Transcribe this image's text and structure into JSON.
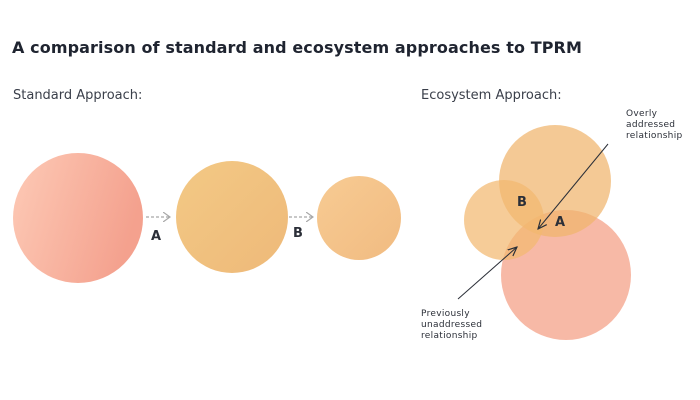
{
  "title": "A comparison of standard and ecosystem approaches to TPRM",
  "standard": {
    "heading": "Standard Approach:",
    "labels": [
      "A",
      "B"
    ]
  },
  "ecosystem": {
    "heading": "Ecosystem Approach:",
    "labels": [
      "B",
      "A"
    ],
    "overly_note": [
      "Overly",
      "addressed",
      "relationship"
    ],
    "previously_note": [
      "Previously",
      "unaddressed",
      "relationship"
    ]
  },
  "colors": {
    "pink_light": "#fcc8b4",
    "pink_dark": "#f5a08c",
    "orange_light": "#f8d4a6",
    "orange_mid": "#f1bd79",
    "arrow": "#a8a8a8",
    "text": "#1f2430"
  }
}
